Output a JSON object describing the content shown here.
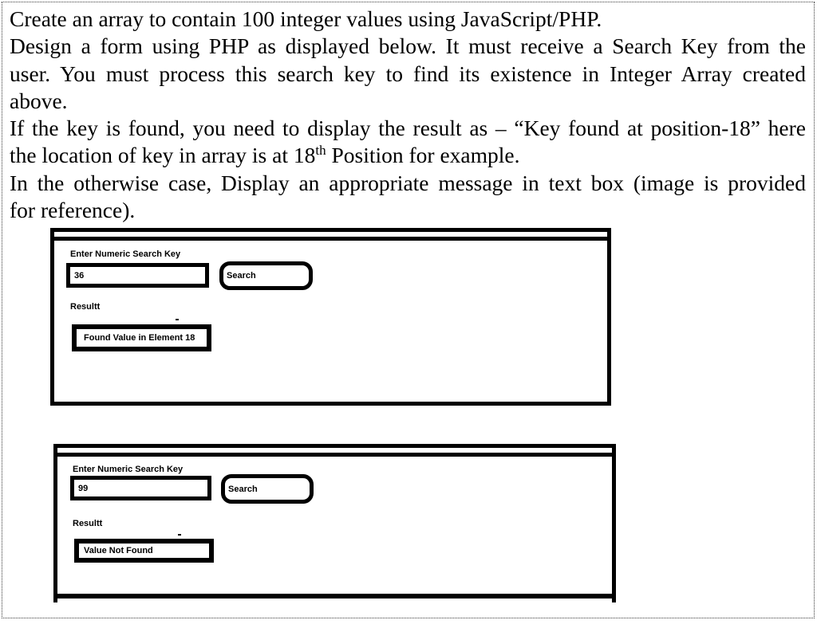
{
  "page": {
    "background": "#ffffff",
    "border_color": "#3a3a3a",
    "ink_color": "#000000"
  },
  "instructions": {
    "lines": [
      {
        "justify": false,
        "segments": [
          {
            "t": "Create an array to contain 100 integer values using JavaScript/PHP."
          }
        ]
      },
      {
        "justify": true,
        "segments": [
          {
            "t": "Design a form using PHP as displayed below. It must receive a Search Key from the"
          }
        ]
      },
      {
        "justify": true,
        "segments": [
          {
            "t": "user. You must process this search key to find its existence in Integer Array created"
          }
        ]
      },
      {
        "justify": false,
        "segments": [
          {
            "t": "above."
          }
        ]
      },
      {
        "justify": true,
        "segments": [
          {
            "t": "If the key is found, you need to display the result as – “Key found at position-18” here"
          }
        ]
      },
      {
        "justify": false,
        "segments": [
          {
            "t": "the location of key in array is at 18"
          },
          {
            "t": "th",
            "sup": true
          },
          {
            "t": " Position for example."
          }
        ]
      },
      {
        "justify": true,
        "segments": [
          {
            "t": "In the otherwise case, Display an appropriate message in text box (image is provided"
          }
        ]
      },
      {
        "justify": false,
        "segments": [
          {
            "t": "for reference)."
          }
        ]
      }
    ]
  },
  "form_found": {
    "search_label": "Enter Numeric Search Key",
    "search_value": "36",
    "button_label": "Search",
    "result_label": "Resultt",
    "result_value": "Found Value in Element 18"
  },
  "form_not_found": {
    "search_label": "Enter Numeric Search Key",
    "search_value": "99",
    "button_label": "Search",
    "result_label": "Resultt",
    "result_value": "Value Not Found"
  }
}
